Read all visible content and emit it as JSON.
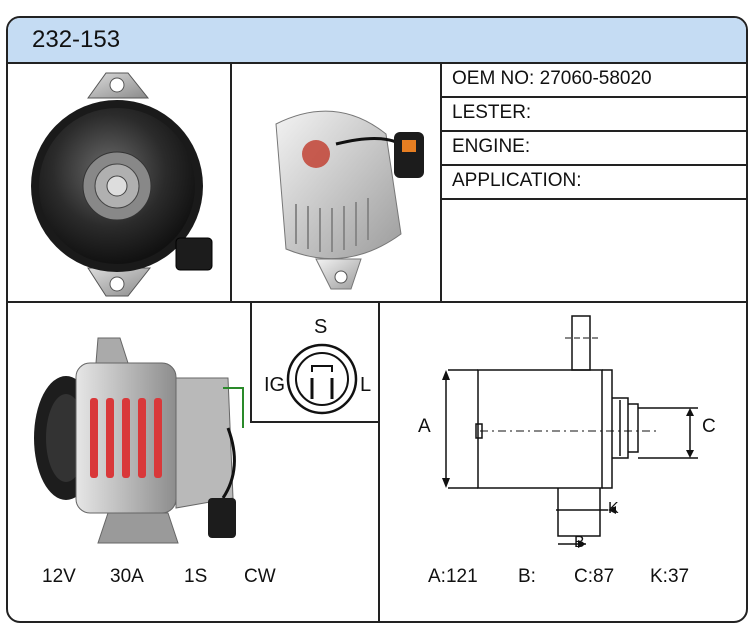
{
  "header": {
    "part_number": "232-153"
  },
  "specs": [
    {
      "label": "OEM NO:",
      "value": "27060-58020"
    },
    {
      "label": "LESTER:",
      "value": ""
    },
    {
      "label": "ENGINE:",
      "value": ""
    },
    {
      "label": "APPLICATION:",
      "value": ""
    }
  ],
  "connector": {
    "top": "S",
    "left": "IG",
    "right": "L"
  },
  "diagram": {
    "label_a": "A",
    "label_b": "B",
    "label_c": "C",
    "label_k": "K"
  },
  "ratings": {
    "voltage": "12V",
    "amperage": "30A",
    "plug": "1S",
    "rotation": "CW"
  },
  "dimensions": {
    "a": "A:121",
    "b": "B:",
    "c": "C:87",
    "k": "K:37"
  }
}
